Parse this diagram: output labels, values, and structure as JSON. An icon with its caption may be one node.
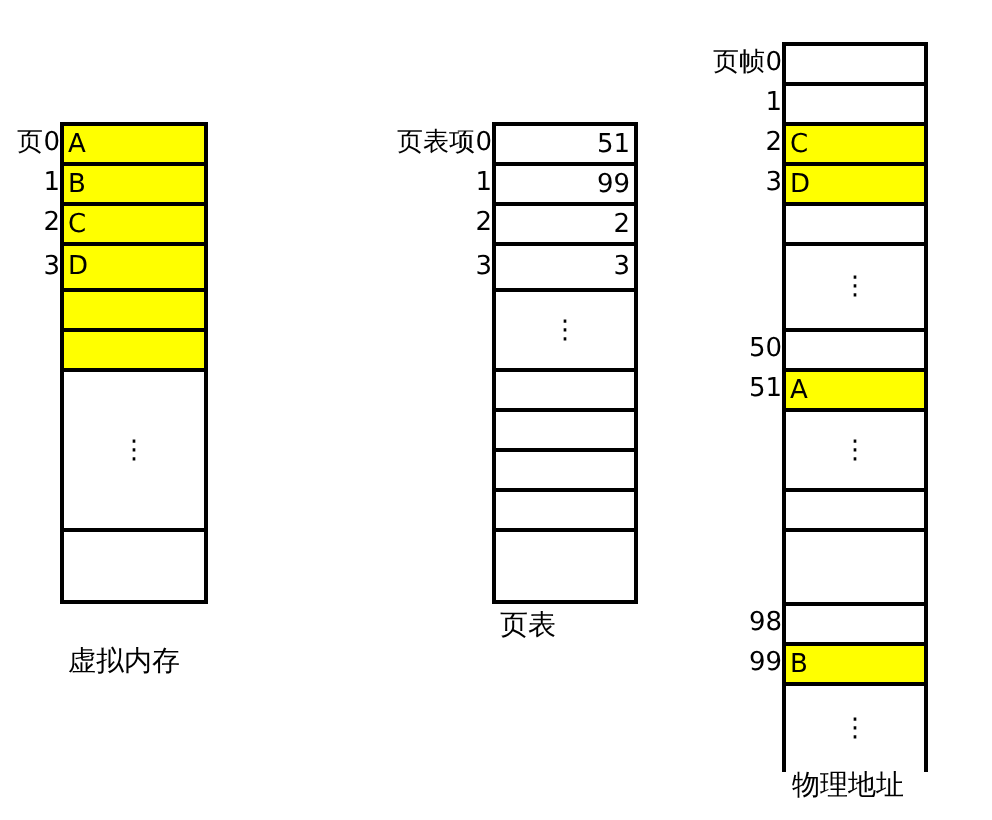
{
  "diagram": {
    "nodes": [
      {
        "text": [
          "A"
        ],
        "beside": [
          "页0"
        ]
      },
      {
        "text": [
          "B"
        ],
        "beside": [
          "1"
        ]
      },
      {
        "text": [
          "C"
        ],
        "beside": [
          "2"
        ]
      },
      {
        "text": [
          "D"
        ],
        "beside": [
          "3"
        ]
      },
      {
        "text": [],
        "shape": "box"
      },
      {
        "text": [],
        "shape": "box"
      },
      {
        "text": [
          "⋮"
        ]
      },
      {
        "text": [],
        "shape": "box"
      },
      {
        "text": [
          "51"
        ],
        "beside": [
          "页表项0"
        ]
      },
      {
        "text": [
          "99"
        ],
        "beside": [
          "1"
        ]
      },
      {
        "text": [
          "2"
        ],
        "beside": [
          "2"
        ]
      },
      {
        "text": [
          "3"
        ],
        "beside": [
          "3"
        ]
      },
      {
        "text": [
          "⋮"
        ]
      },
      {
        "text": [],
        "shape": "box"
      },
      {
        "text": [],
        "shape": "box"
      },
      {
        "text": [],
        "shape": "box"
      },
      {
        "text": [],
        "shape": "box"
      },
      {
        "text": [],
        "shape": "box"
      },
      {
        "text": [],
        "shape": "box",
        "beside": [
          "页帧0"
        ]
      },
      {
        "text": [],
        "shape": "box",
        "beside": [
          "1"
        ]
      },
      {
        "text": [
          "C"
        ],
        "beside": [
          "2"
        ]
      },
      {
        "text": [
          "D"
        ],
        "beside": [
          "3"
        ]
      },
      {
        "text": [],
        "shape": "box"
      },
      {
        "text": [
          "⋮"
        ]
      },
      {
        "text": [],
        "shape": "box",
        "beside": [
          "50"
        ]
      },
      {
        "text": [
          "A"
        ],
        "beside": [
          "51"
        ]
      },
      {
        "text": [
          "⋮"
        ]
      },
      {
        "text": [],
        "shape": "box"
      },
      {
        "text": [],
        "shape": "box"
      },
      {
        "text": [],
        "shape": "box",
        "beside": [
          "98"
        ]
      },
      {
        "text": [
          "B"
        ],
        "beside": [
          "99"
        ]
      },
      {
        "text": [
          "⋮"
        ]
      }
    ],
    "labels": [
      "虚拟内存",
      "页表",
      "物理地址"
    ]
  }
}
